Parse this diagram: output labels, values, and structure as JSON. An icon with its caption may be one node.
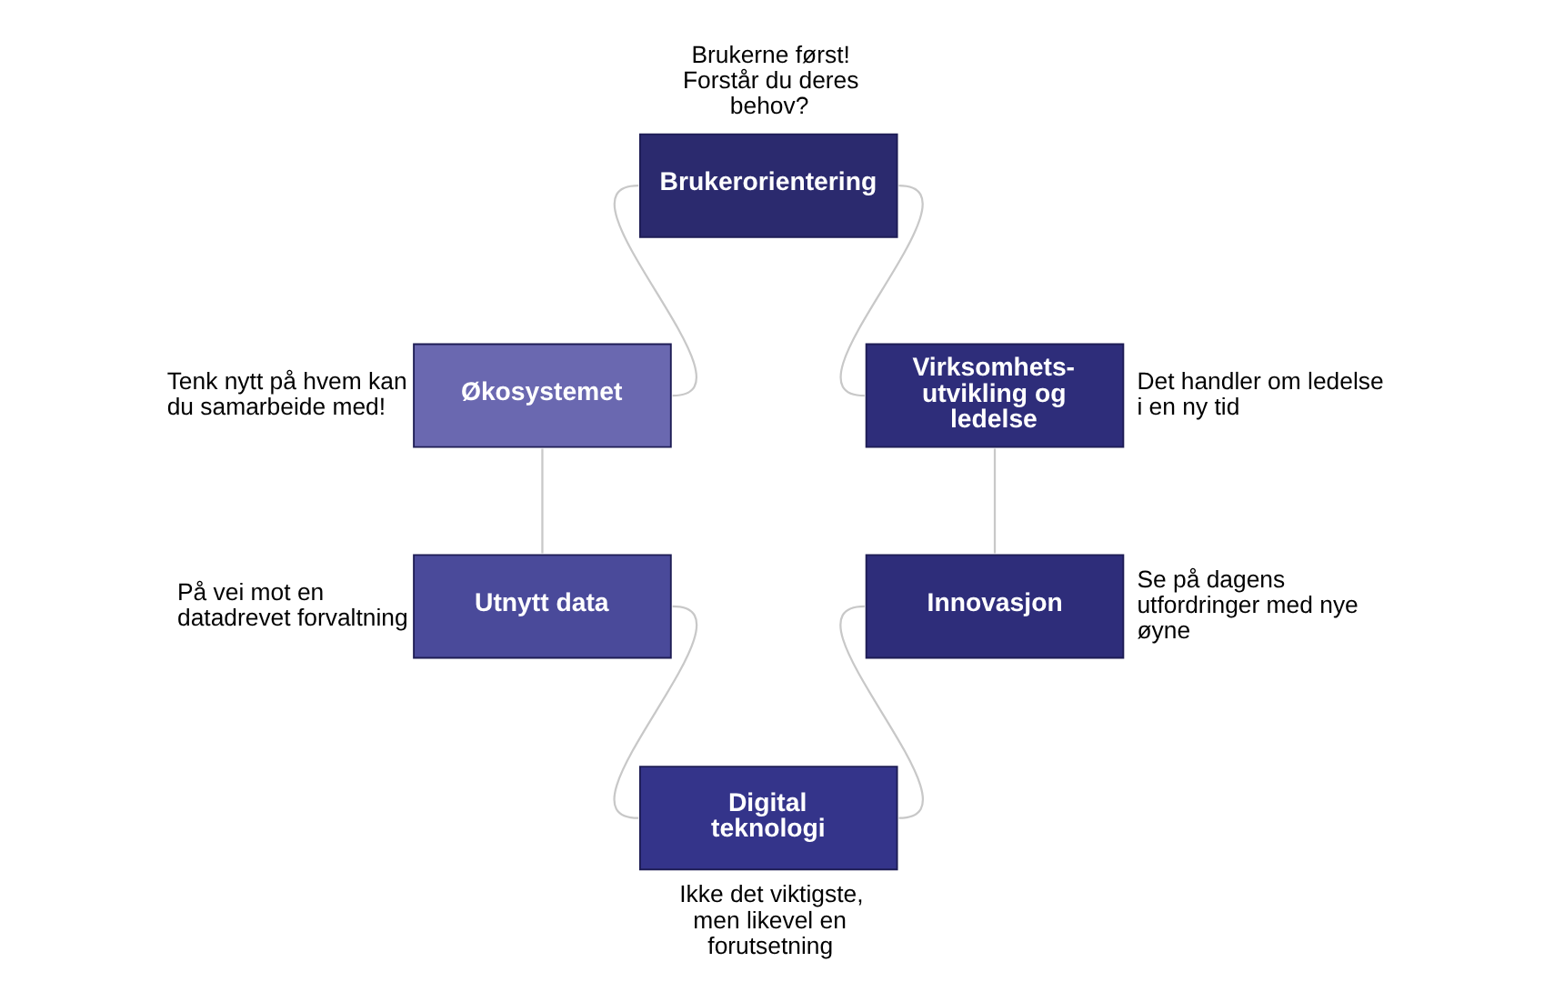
{
  "diagram": {
    "nodes": [
      {
        "text": [
          "Brukerorientering"
        ],
        "beside": [
          "Brukerne først! Forstår du deres behov?"
        ]
      },
      {
        "text": [
          "Økosystemet"
        ],
        "beside": [
          "Tenk nytt på hvem kan du samarbeide med!"
        ]
      },
      {
        "text": [
          "Virksomhets- utvikling og ledelse"
        ],
        "beside": [
          "Det handler om ledelse i en ny tid"
        ]
      },
      {
        "text": [
          "Utnytt data"
        ],
        "beside": [
          "På vei mot en datadrevet forvaltning"
        ]
      },
      {
        "text": [
          "Innovasjon"
        ],
        "beside": [
          "Se på dagens utfordringer med nye øyne"
        ]
      },
      {
        "text": [
          "Digital teknologi"
        ],
        "beside": [
          "Ikke det viktigste, men likevel en forutsetning"
        ]
      }
    ],
    "edges": [
      {
        "from": 0,
        "to": 2,
        "arrow": "none"
      },
      {
        "from": 2,
        "to": 4,
        "arrow": "none"
      },
      {
        "from": 4,
        "to": 5,
        "arrow": "none"
      },
      {
        "from": 5,
        "to": 3,
        "arrow": "none"
      },
      {
        "from": 3,
        "to": 1,
        "arrow": "none"
      },
      {
        "from": 1,
        "to": 0,
        "arrow": "none"
      }
    ]
  }
}
